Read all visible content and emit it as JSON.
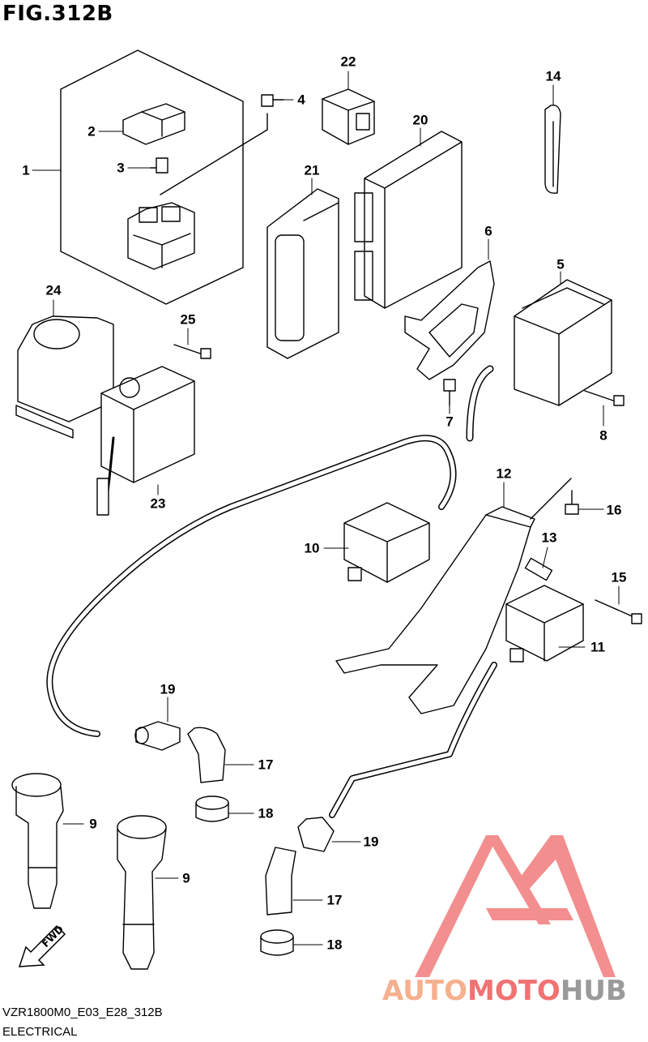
{
  "figure": {
    "title": "FIG.312B"
  },
  "footer": {
    "model_code": "VZR1800M0_E03_E28_312B",
    "section": "ELECTRICAL"
  },
  "fwd_label": "FWD",
  "watermark": {
    "part1": "AUTO",
    "part2": "MOTO",
    "part3": "HUB",
    "color_a": "#f5b08e",
    "color_b": "#f07272",
    "color_c": "#9a9a9a"
  },
  "callouts": {
    "c1": "1",
    "c2": "2",
    "c3": "3",
    "c4": "4",
    "c5": "5",
    "c6": "6",
    "c7": "7",
    "c8": "8",
    "c9a": "9",
    "c9b": "9",
    "c10": "10",
    "c11": "11",
    "c12": "12",
    "c13": "13",
    "c14": "14",
    "c15": "15",
    "c16": "16",
    "c17a": "17",
    "c17b": "17",
    "c18a": "18",
    "c18b": "18",
    "c19a": "19",
    "c19b": "19",
    "c20": "20",
    "c21": "21",
    "c22": "22",
    "c23": "23",
    "c24": "24",
    "c25": "25"
  }
}
